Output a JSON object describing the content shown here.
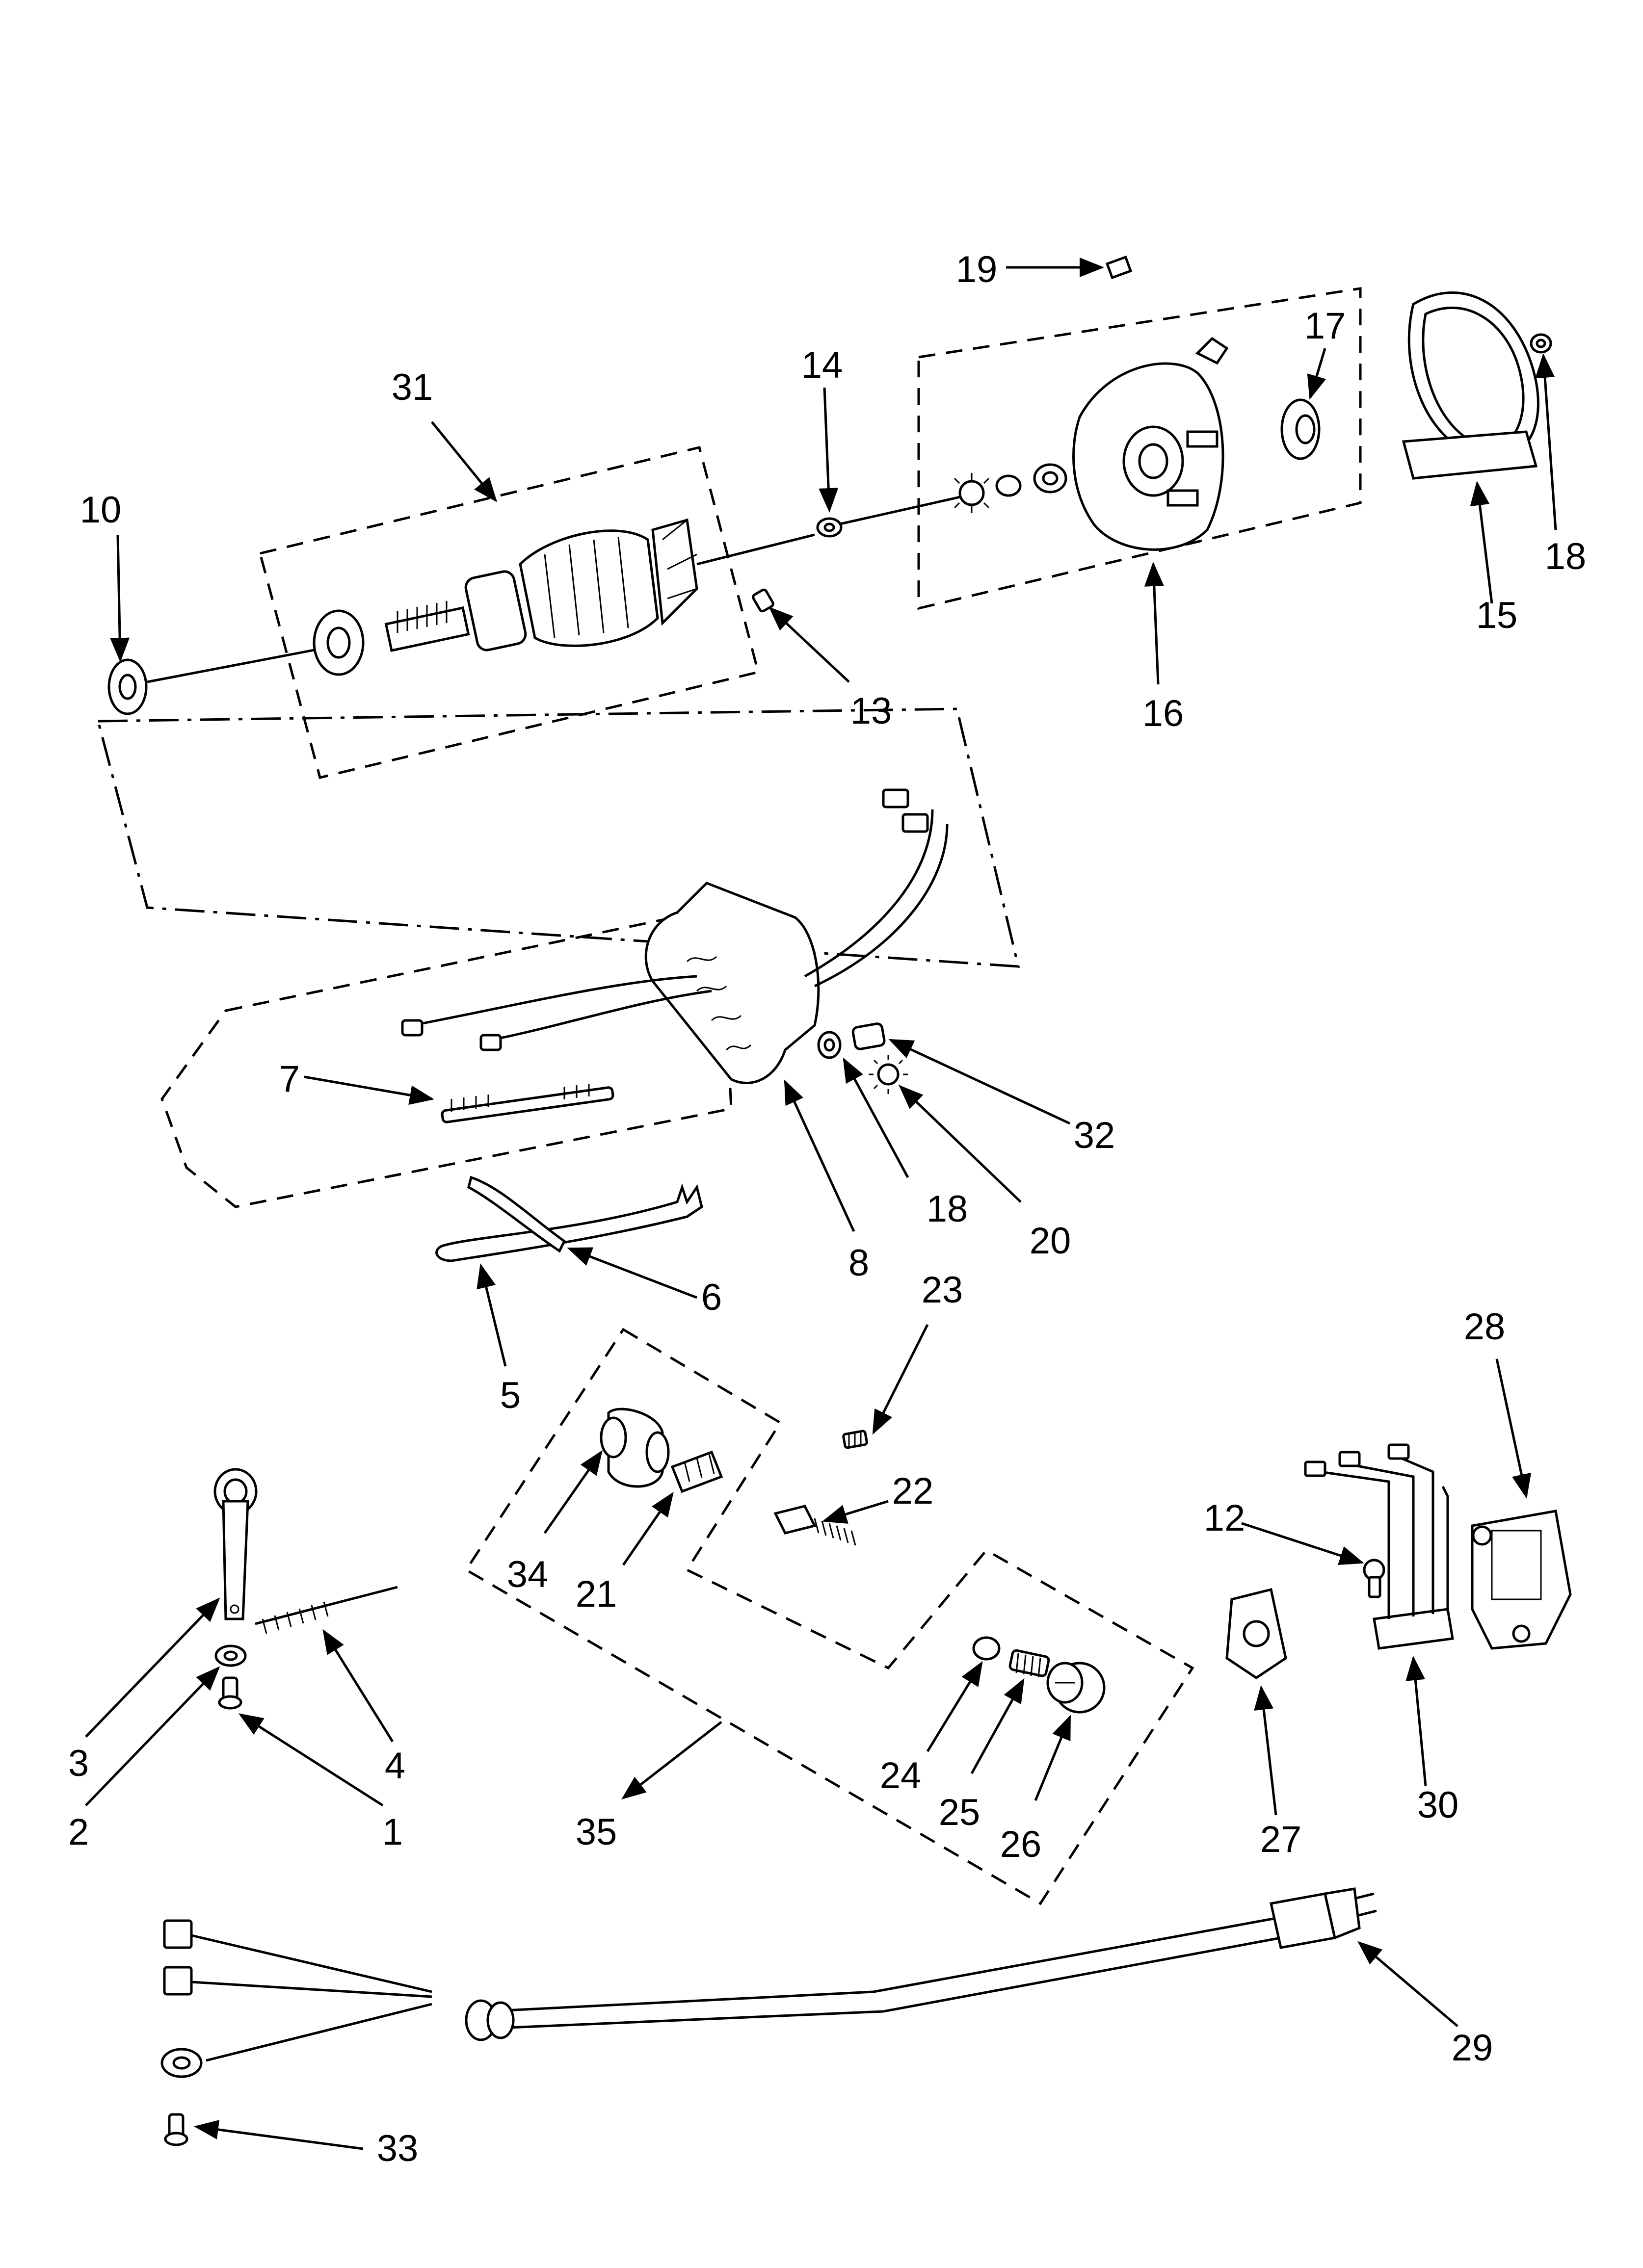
{
  "callouts": [
    "1",
    "2",
    "3",
    "4",
    "5",
    "6",
    "7",
    "8",
    "10",
    "12",
    "13",
    "14",
    "15",
    "16",
    "17",
    "18",
    "18",
    "19",
    "20",
    "21",
    "22",
    "23",
    "24",
    "25",
    "26",
    "27",
    "28",
    "29",
    "30",
    "31",
    "32",
    "33",
    "34",
    "35"
  ],
  "colors": {
    "ink": "#000000",
    "paper": "#ffffff"
  }
}
